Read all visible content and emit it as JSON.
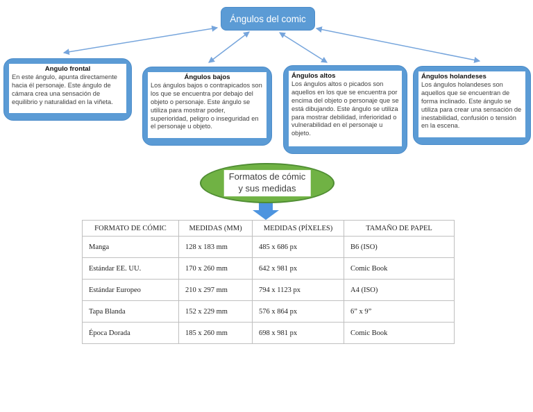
{
  "root_node": {
    "label": "Ángulos del comic"
  },
  "nodes": [
    {
      "title": "Angulo frontal",
      "body": "En este ángulo, apunta directamente hacia él personaje. Este ángulo de cámara crea una sensación de equilibrio y naturalidad en la viñeta."
    },
    {
      "title": "Ángulos bajos",
      "body": "Los ángulos bajos o contrapicados son los que se encuentra por debajo del objeto o personaje. Este ángulo se utiliza para mostrar poder, superioridad, peligro o inseguridad en el personaje u objeto."
    },
    {
      "title": "Ángulos altos",
      "body": "Los ángulos altos o picados son aquellos en los que se encuentra por encima del objeto o personaje que se está dibujando. Este ángulo se utiliza para mostrar debilidad, inferioridad o vulnerabilidad en el personaje u objeto."
    },
    {
      "title": "Ángulos holandeses",
      "body": "Los ángulos holandeses son aquellos que se encuentran de forma inclinado. Este ángulo se utiliza para crear una sensación de inestabilidad, confusión o tensión en la escena."
    }
  ],
  "formats_ellipse": {
    "line1": "Formatos de cómic",
    "line2": "y sus medidas"
  },
  "table": {
    "headers": [
      "FORMATO DE CÓMIC",
      "MEDIDAS (MM)",
      "MEDIDAS (PÍXELES)",
      "TAMAÑO DE PAPEL"
    ],
    "rows": [
      [
        "Manga",
        "128 x 183 mm",
        "485 x 686 px",
        "B6 (ISO)"
      ],
      [
        "Estándar EE. UU.",
        "170 x 260 mm",
        "642 x 981 px",
        "Comic Book"
      ],
      [
        "Estándar Europeo",
        "210 x 297 mm",
        "794 x 1123 px",
        "A4 (ISO)"
      ],
      [
        "Tapa Blanda",
        "152 x 229 mm",
        "576 x 864 px",
        "6” x 9”"
      ],
      [
        "Época Dorada",
        "185 x 260 mm",
        "698 x 981 px",
        "Comic Book"
      ]
    ]
  },
  "colors": {
    "node_fill": "#5B9BD5",
    "node_border": "#4A8BC9",
    "connector": "#76A5DC",
    "ellipse_fill": "#70B244",
    "ellipse_border": "#4F8D33",
    "block_arrow": "#4D94DF",
    "table_border": "#BFBFBF"
  }
}
